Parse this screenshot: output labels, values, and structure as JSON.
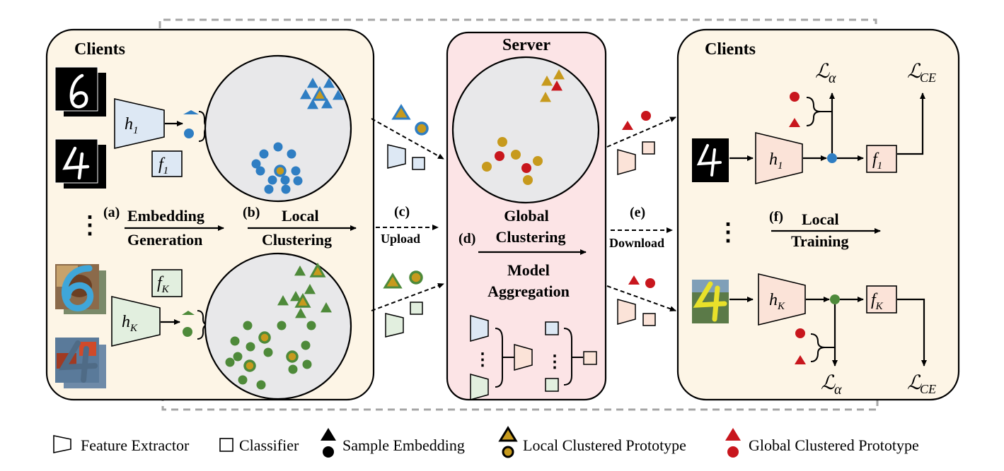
{
  "left_panel": {
    "title": "Clients",
    "extractors": [
      {
        "symbol": "h",
        "sub": "1"
      },
      {
        "symbol": "h",
        "sub": "K"
      }
    ],
    "classifiers": [
      {
        "symbol": "f",
        "sub": "1"
      },
      {
        "symbol": "f",
        "sub": "K"
      }
    ],
    "ellipsis": "⋮"
  },
  "steps": {
    "a": {
      "tag": "(a)",
      "line1": "Embedding",
      "line2": "Generation"
    },
    "b": {
      "tag": "(b)",
      "line1": "Local",
      "line2": "Clustering"
    },
    "c": {
      "tag": "(c)",
      "label": "Upload"
    },
    "d": {
      "tag": "(d)",
      "line1": "Global",
      "line2": "Clustering",
      "line3": "Model",
      "line4": "Aggregation"
    },
    "e": {
      "tag": "(e)",
      "label": "Download"
    },
    "f": {
      "tag": "(f)",
      "line1": "Local",
      "line2": "Training"
    }
  },
  "server": {
    "title": "Server",
    "ellipsis": "⋮"
  },
  "right_panel": {
    "title": "Clients",
    "extractors": [
      {
        "symbol": "h",
        "sub": "1"
      },
      {
        "symbol": "h",
        "sub": "K"
      }
    ],
    "classifiers": [
      {
        "symbol": "f",
        "sub": "1"
      },
      {
        "symbol": "f",
        "sub": "K"
      }
    ],
    "losses": {
      "alpha": {
        "symbol": "ℒ",
        "sub": "α"
      },
      "ce": {
        "symbol": "ℒ",
        "sub": "CE"
      }
    },
    "ellipsis": "⋮"
  },
  "legend": {
    "feature_extractor": "Feature Extractor",
    "classifier": "Classifier",
    "sample_embedding": "Sample Embedding",
    "local_prototype": "Local Clustered Prototype",
    "global_prototype": "Global Clustered Prototype"
  },
  "colors": {
    "client_panel_bg": "#fdf5e6",
    "server_panel_bg": "#fce4e6",
    "cluster_circle": "#e8e8ea",
    "client1_blue": "#2f7ec3",
    "clientK_green": "#4e8a3a",
    "prototype_gold": "#c79a1d",
    "global_red": "#c8161d",
    "extractor_blue_fill": "#dde8f4",
    "extractor_green_fill": "#e2efdf",
    "extractor_peach_fill": "#fbe3d8",
    "dashed_gray": "#a6a6a6"
  }
}
